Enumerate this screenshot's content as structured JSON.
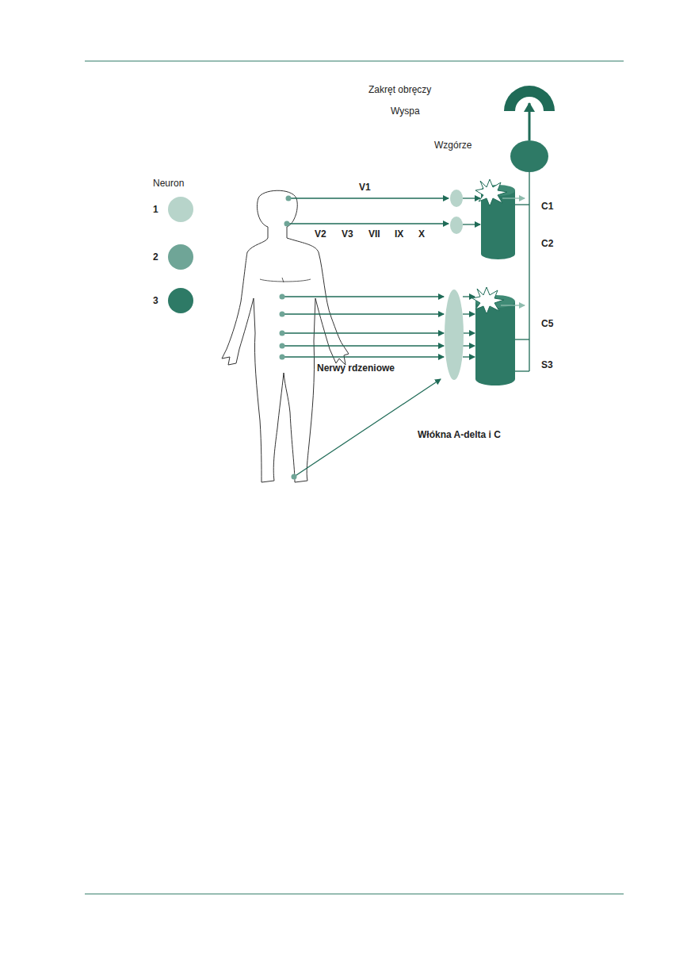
{
  "diagram": {
    "nodes": [
      {
        "text": [
          "Zakręt obręczy",
          "Wyspa"
        ]
      },
      {
        "text": [
          "Wzgórze"
        ]
      }
    ],
    "edges": [
      {
        "from": 1,
        "to": 0,
        "arrow": "to"
      }
    ],
    "labels": [
      "Neuron",
      "V1",
      "V2",
      "V3",
      "VII",
      "IX",
      "X",
      "C1",
      "C2",
      "C5",
      "S3",
      "Nerwy rdzeniowe",
      "Włókna A-delta i C"
    ],
    "legend": [
      {
        "text": "1",
        "color": "#b7d4ca"
      },
      {
        "text": "2",
        "color": "#6fa597"
      },
      {
        "text": "3",
        "color": "#2e7a66"
      }
    ]
  }
}
